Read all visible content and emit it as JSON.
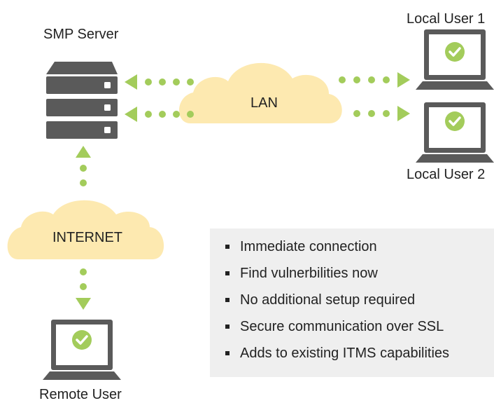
{
  "nodes": {
    "server_label": "SMP Server",
    "local_user_1_label": "Local User 1",
    "local_user_2_label": "Local User 2",
    "remote_user_label": "Remote User",
    "lan_label": "LAN",
    "internet_label": "INTERNET"
  },
  "benefits": [
    "Immediate connection",
    "Find vulnerbilities now",
    "No additional setup required",
    "Secure communication over SSL",
    "Adds to existing ITMS capabilities"
  ],
  "colors": {
    "device": "#5a5a5a",
    "device_light": "#ffffff",
    "accent_green": "#a3cc5b",
    "cloud": "#fde9b0",
    "panel_bg": "#efefef",
    "text": "#222222"
  },
  "icons": {
    "server": "server-rack-icon",
    "laptop": "laptop-icon",
    "check": "check-circle-icon",
    "cloud": "cloud-icon"
  }
}
